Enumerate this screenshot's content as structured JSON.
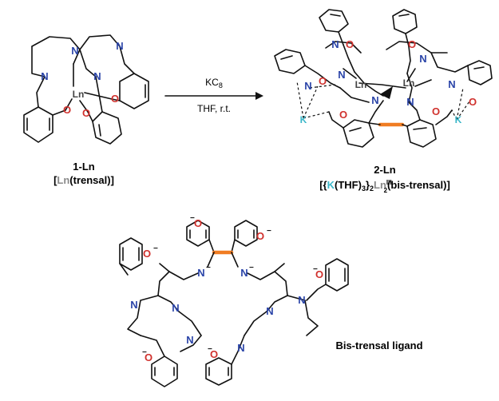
{
  "compound1": {
    "number": "1-Ln",
    "formula_open": "[",
    "formula_metal": "Ln",
    "formula_rest": "(trensal)]"
  },
  "compound2": {
    "number": "2-Ln",
    "formula_a": "[{",
    "formula_k": "K",
    "formula_b": "(THF)",
    "formula_sub3": "3",
    "formula_c": "}",
    "formula_sub2a": "2",
    "formula_ln": "Ln",
    "formula_sup": "III",
    "formula_sub2b": "2",
    "formula_d": "(bis-trensal)]"
  },
  "reaction": {
    "reagent": "KC",
    "reagent_sub": "8",
    "conditions": "THF, r.t."
  },
  "ligand_label": "Bis-trensal ligand",
  "atoms": {
    "N": "N",
    "O": "O",
    "K": "K",
    "Ln": "Ln",
    "minus": "−"
  },
  "colors": {
    "nitrogen": "#2a44a8",
    "oxygen": "#d0312d",
    "potassium": "#3bb7c9",
    "lanthanide": "#8a8a8a",
    "bridge_bond": "#f07c22"
  }
}
